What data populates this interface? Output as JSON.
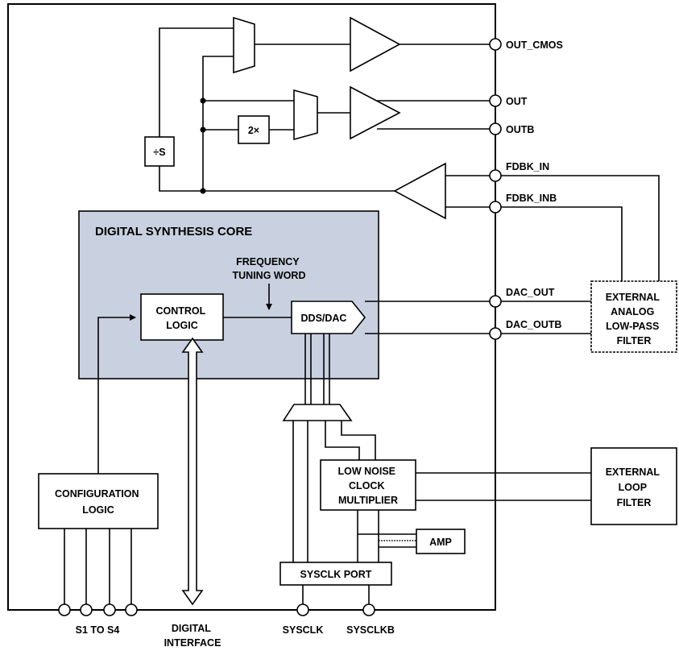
{
  "core": {
    "title": "DIGITAL SYNTHESIS CORE",
    "bg_color": "#c9d1e0"
  },
  "blocks": {
    "divider": "÷S",
    "doubler": "2×",
    "control_logic": [
      "CONTROL",
      "LOGIC"
    ],
    "dds_dac": "DDS/DAC",
    "ftw_label": [
      "FREQUENCY",
      "TUNING WORD"
    ],
    "config_logic": [
      "CONFIGURATION",
      "LOGIC"
    ],
    "clock_mult": [
      "LOW NOISE",
      "CLOCK",
      "MULTIPLIER"
    ],
    "amp": "AMP",
    "sysclk_port": "SYSCLK PORT",
    "ext_lpf": [
      "EXTERNAL",
      "ANALOG",
      "LOW-PASS",
      "FILTER"
    ],
    "ext_loop": [
      "EXTERNAL",
      "LOOP",
      "FILTER"
    ]
  },
  "pins": {
    "out_cmos": "OUT_CMOS",
    "out": "OUT",
    "outb": "OUTB",
    "fdbk_in": "FDBK_IN",
    "fdbk_inb": "FDBK_INB",
    "dac_out": "DAC_OUT",
    "dac_outb": "DAC_OUTB",
    "s1_s4": "S1 TO S4",
    "digital_interface": [
      "DIGITAL",
      "INTERFACE"
    ],
    "sysclk": "SYSCLK",
    "sysclkb": "SYSCLKB"
  }
}
